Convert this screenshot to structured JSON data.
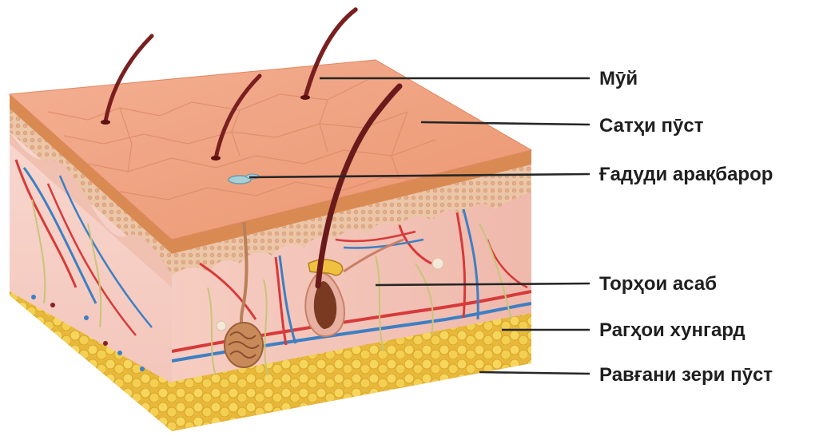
{
  "labels": {
    "hair": "Мӯй",
    "epidermis": "Сатҳи пӯст",
    "sweat_gland": "Ғадуди арақбарор",
    "nerves": "Торҳои асаб",
    "blood_vessels": "Рагҳои хунгард",
    "subcutaneous_fat": "Равғани зери пӯст"
  },
  "colors": {
    "skin_surface": "#f0a27e",
    "epidermis_band": "#d9894f",
    "dermis": "#f6cfc4",
    "fat": "#f0c84a",
    "artery": "#d63a3a",
    "vein": "#3d7fc4",
    "nerve": "#c9c47a",
    "hair": "#7a1f1f"
  }
}
